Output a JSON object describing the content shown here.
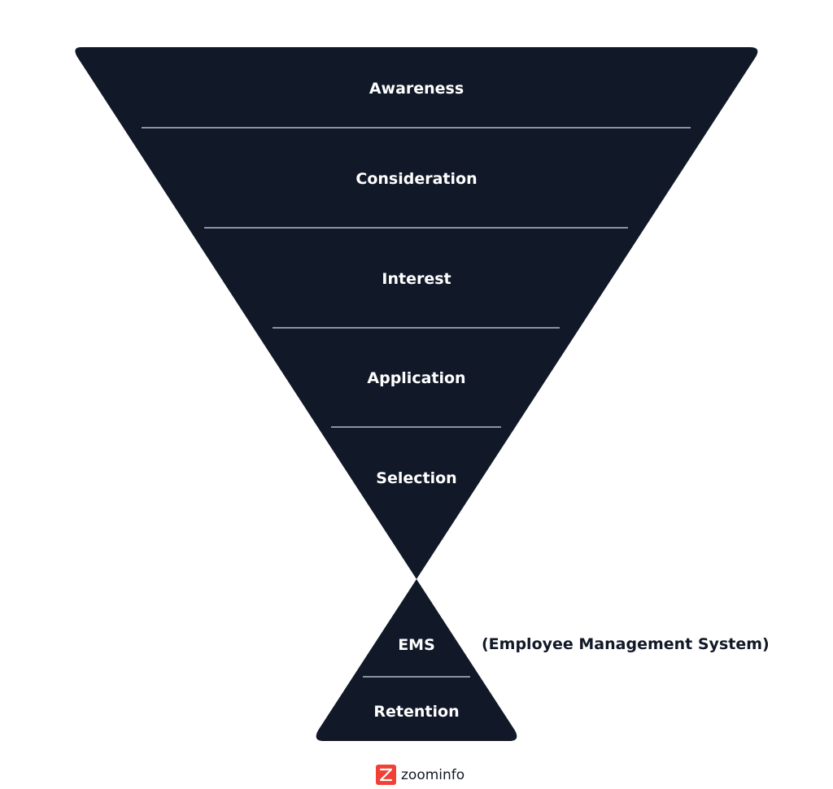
{
  "funnel": {
    "stages": [
      {
        "label": "Awareness"
      },
      {
        "label": "Consideration"
      },
      {
        "label": "Interest"
      },
      {
        "label": "Application"
      },
      {
        "label": "Selection"
      }
    ]
  },
  "retention_triangle": {
    "stages": [
      {
        "label": "EMS"
      },
      {
        "label": "Retention"
      }
    ],
    "ems_note": "(Employee Management System)"
  },
  "brand": {
    "logo_text": "zoominfo",
    "logo_mark": "Z"
  },
  "colors": {
    "shape_fill": "#111827",
    "divider": "#8b93a7",
    "label": "#ffffff",
    "note_text": "#111827",
    "logo_red": "#ef4136"
  }
}
